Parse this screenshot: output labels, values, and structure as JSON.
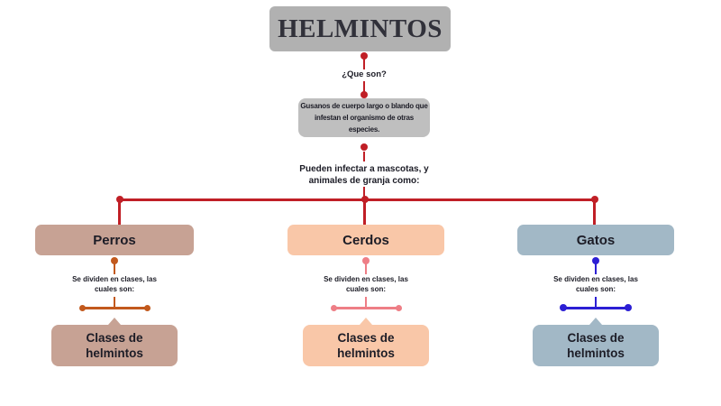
{
  "title": {
    "label": "HELMINTOS"
  },
  "question_label": "¿Que son?",
  "definition": {
    "lines": [
      "Gusanos de cuerpo largo o blando que",
      "infestan el organismo de otras",
      "especies."
    ]
  },
  "infect": {
    "lines": [
      "Pueden infectar a mascotas, y",
      "animales de granja como:"
    ]
  },
  "branches": [
    {
      "label": "Perros",
      "divide_lines": [
        "Se dividen en clases, las",
        "cuales son:"
      ],
      "classes_lines": [
        "Clases de",
        "helmintos"
      ],
      "box_color": "#c7a294",
      "accent_color": "#c2591d"
    },
    {
      "label": "Cerdos",
      "divide_lines": [
        "Se dividen en clases, las",
        "cuales son:"
      ],
      "classes_lines": [
        "Clases de",
        "helmintos"
      ],
      "box_color": "#f9c7a8",
      "accent_color": "#ee7e86"
    },
    {
      "label": "Gatos",
      "divide_lines": [
        "Se dividen en clases, las",
        "cuales son:"
      ],
      "classes_lines": [
        "Clases de",
        "helmintos"
      ],
      "box_color": "#a2b8c6",
      "accent_color": "#2c1fd4"
    }
  ],
  "colors": {
    "main_connector": "#c01f26",
    "title_box": "#b1b1b1",
    "definition_box": "#bfbfbf",
    "text": "#1c1c26"
  }
}
